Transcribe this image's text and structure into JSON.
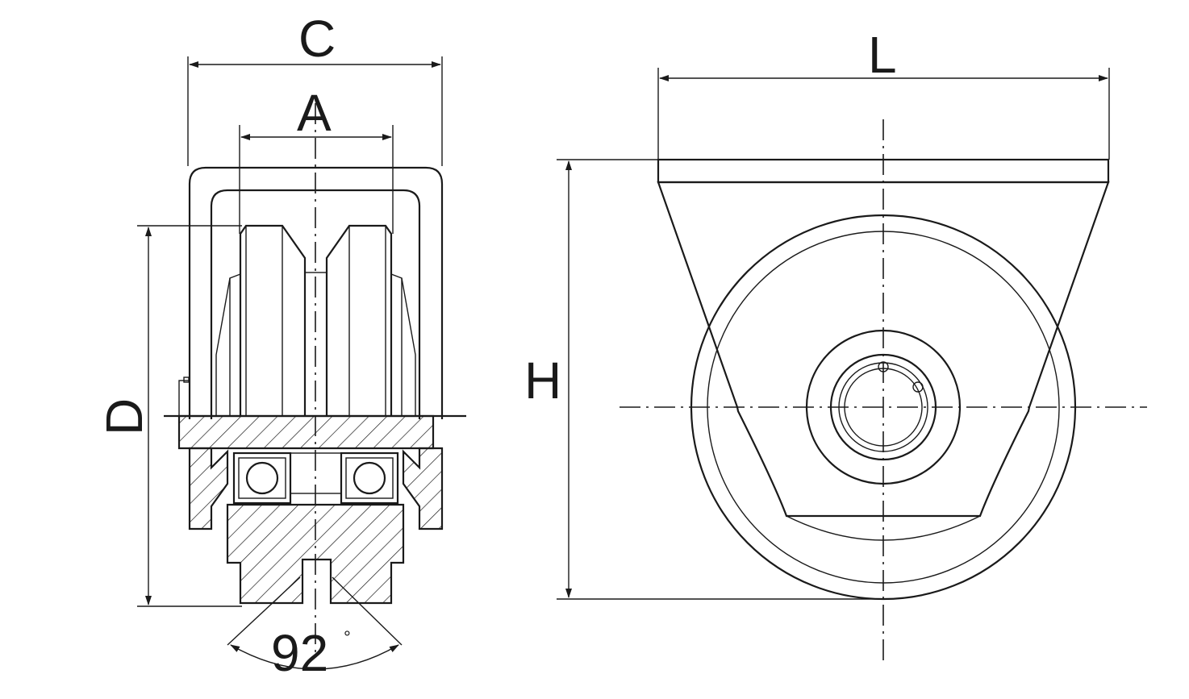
{
  "labels": {
    "C": "C",
    "A": "A",
    "D": "D",
    "angle": "92",
    "degree": "°",
    "L": "L",
    "H": "H"
  },
  "colors": {
    "ink": "#1a1a1a",
    "background": "#ffffff"
  }
}
